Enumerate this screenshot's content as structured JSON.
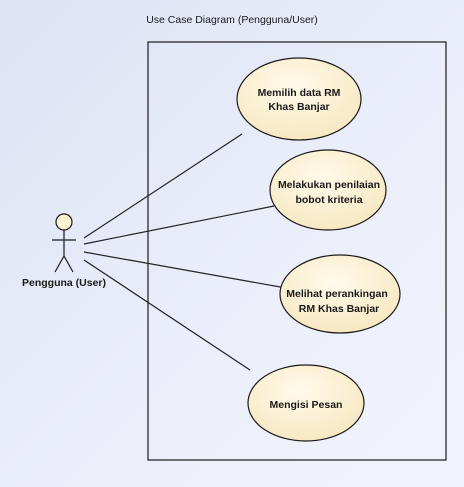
{
  "diagram": {
    "title": "Use Case Diagram (Pengguna/User)",
    "actor": {
      "name": "Pengguna (User)"
    },
    "use_cases": [
      {
        "line1": "Memilih data RM",
        "line2": "Khas Banjar"
      },
      {
        "line1": "Melakukan penilaian",
        "line2": "bobot kriteria"
      },
      {
        "line1": "Melihat perankingan",
        "line2": "RM Khas Banjar"
      },
      {
        "line1": "Mengisi Pesan",
        "line2": ""
      }
    ]
  },
  "colors": {
    "ellipse_fill": "#fff3d2",
    "outline": "#1a1a1a",
    "actor_head": "#fff3d2"
  }
}
